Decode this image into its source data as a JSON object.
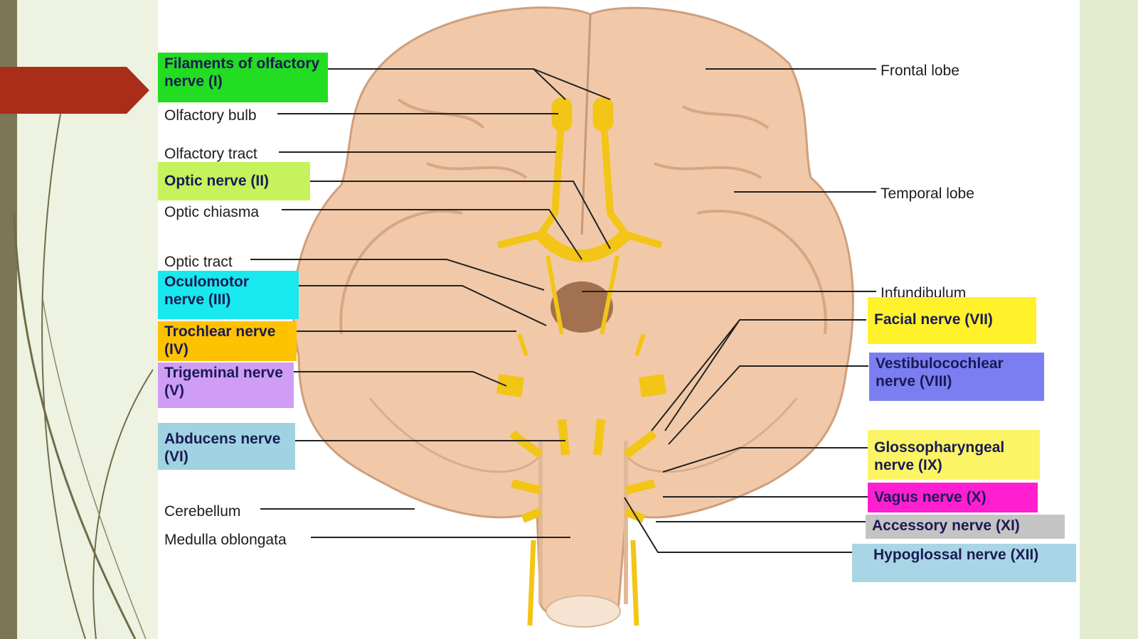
{
  "colors": {
    "slide_background": "#ffffff",
    "left_bar": "#7a7656",
    "arrow": "#a92d18",
    "brain": "#f1c9a8",
    "nerve": "#f2c517"
  },
  "labels_left": [
    {
      "id": "olfactory-nerve",
      "text": "Filaments of olfactory nerve (I)",
      "highlight": "#22dd22"
    },
    {
      "id": "olfactory-bulb",
      "text": "Olfactory bulb",
      "highlight": ""
    },
    {
      "id": "olfactory-tract",
      "text": "Olfactory tract",
      "highlight": ""
    },
    {
      "id": "optic-nerve",
      "text": "Optic nerve (II)",
      "highlight": "#c6f25c"
    },
    {
      "id": "optic-chiasma",
      "text": "Optic chiasma",
      "highlight": ""
    },
    {
      "id": "optic-tract",
      "text": "Optic tract",
      "highlight": ""
    },
    {
      "id": "oculomotor-nerve",
      "text": "Oculomotor nerve (III)",
      "highlight": "#17e9ee"
    },
    {
      "id": "trochlear-nerve",
      "text": "Trochlear nerve (IV)",
      "highlight": "#ffc200"
    },
    {
      "id": "trigeminal-nerve",
      "text": "Trigeminal nerve (V)",
      "highlight": "#cf9df5"
    },
    {
      "id": "abducens-nerve",
      "text": "Abducens nerve (VI)",
      "highlight": "#9fd3e1"
    },
    {
      "id": "cerebellum",
      "text": "Cerebellum",
      "highlight": ""
    },
    {
      "id": "medulla-oblongata",
      "text": "Medulla oblongata",
      "highlight": ""
    }
  ],
  "labels_right": [
    {
      "id": "frontal-lobe",
      "text": "Frontal lobe",
      "highlight": ""
    },
    {
      "id": "temporal-lobe",
      "text": "Temporal lobe",
      "highlight": ""
    },
    {
      "id": "infundibulum",
      "text": "Infundibulum",
      "highlight": ""
    },
    {
      "id": "facial-nerve",
      "text": "Facial nerve (VII)",
      "highlight": "#fff22a"
    },
    {
      "id": "vestibulocochlear-nerve",
      "text": "Vestibulocochlear nerve (VIII)",
      "highlight": "#7b7ef0"
    },
    {
      "id": "glossopharyngeal-nerve",
      "text": "Glossopharyngeal nerve (IX)",
      "highlight": "#fbf465"
    },
    {
      "id": "vagus-nerve",
      "text": "Vagus nerve (X)",
      "highlight": "#ff1ed0"
    },
    {
      "id": "accessory-nerve",
      "text": "Accessory nerve (XI)",
      "highlight": "#c4c4c4"
    },
    {
      "id": "hypoglossal-nerve",
      "text": "Hypoglossal nerve (XII)",
      "highlight": "#a9d6e6"
    }
  ]
}
